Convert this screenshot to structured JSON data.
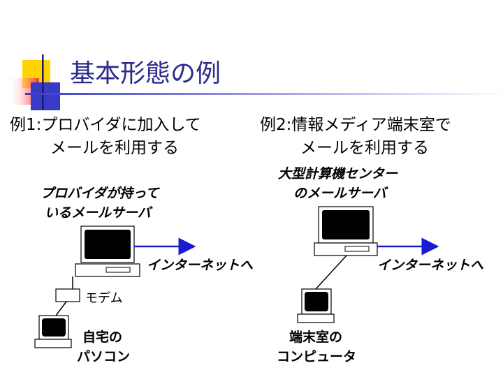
{
  "slide": {
    "title": "基本形態の例",
    "example1": {
      "heading_line1": "例1:プロバイダに加入して",
      "heading_line2": "メールを利用する",
      "server_label_line1": "プロバイダが持って",
      "server_label_line2": "いるメールサーバ",
      "internet_label": "インターネットへ",
      "modem_label": "モデム",
      "home_pc_line1": "自宅の",
      "home_pc_line2": "パソコン"
    },
    "example2": {
      "heading_line1": "例2:情報メディア端末室で",
      "heading_line2": "メールを利用する",
      "server_label_line1": "大型計算機センター",
      "server_label_line2": "のメールサーバ",
      "internet_label": "インターネットへ",
      "terminal_line1": "端末室の",
      "terminal_line2": "コンピュータ"
    }
  },
  "colors": {
    "title": "#2a2a8c",
    "arrow": "#1a1ad0",
    "accent_yellow": "#ffd400",
    "accent_red": "#ff3030",
    "accent_blue": "#3a3ac8"
  }
}
